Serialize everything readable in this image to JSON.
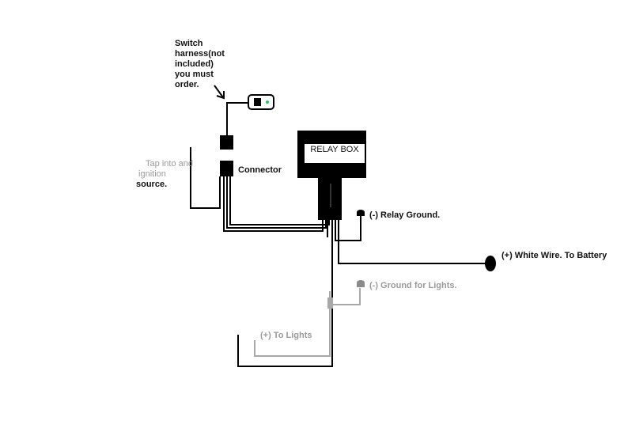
{
  "labels": {
    "switch_harness": "Switch\nharness(not\nincluded)\nyou must\norder.",
    "tap_into": "Tap into and\n ignition\nsource.",
    "connector": "Connector",
    "relay_box": "RELAY BOX",
    "relay_ground": "(-) Relay Ground.",
    "white_wire": "(+) White Wire. To Battery",
    "ground_lights": "(-) Ground for Lights.",
    "to_lights": "(+) To Lights"
  },
  "colors": {
    "wire_dark": "#000000",
    "wire_grey": "#a8a8a8",
    "switch_led": "#22c55e",
    "label_grey": "#9a9a9a"
  }
}
